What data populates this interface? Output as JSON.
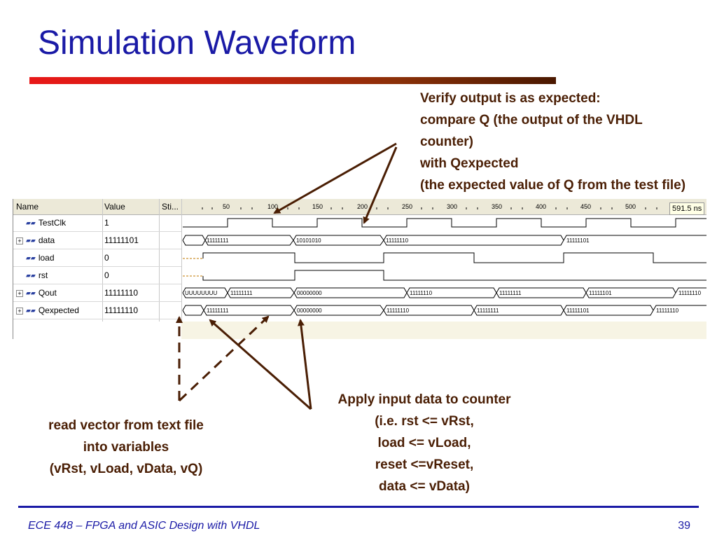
{
  "title": "Simulation Waveform",
  "annotations": {
    "top": [
      "Verify output is as expected:",
      "compare Q (the output of the VHDL",
      "counter)",
      "with Qexpected",
      "(the expected value of Q from the test file)"
    ],
    "apply": [
      "Apply input data to counter",
      "(i.e. rst <= vRst,",
      "load <= vLoad,",
      "reset <=vReset,",
      "data <= vData)"
    ],
    "read": [
      "read vector from text file",
      "into variables",
      "(vRst, vLoad, vData, vQ)"
    ]
  },
  "waveform": {
    "columns": {
      "name": "Name",
      "value": "Value",
      "stimulus": "Sti..."
    },
    "cursor_time": "591.5 ns",
    "time_ticks": [
      "50",
      "100",
      "150",
      "200",
      "250",
      "300",
      "350",
      "400",
      "450",
      "500"
    ],
    "signals": [
      {
        "name": "TestClk",
        "value": "1",
        "expandable": false
      },
      {
        "name": "data",
        "value": "11111101",
        "expandable": true
      },
      {
        "name": "load",
        "value": "0",
        "expandable": false
      },
      {
        "name": "rst",
        "value": "0",
        "expandable": false
      },
      {
        "name": "Qout",
        "value": "11111110",
        "expandable": true
      },
      {
        "name": "Qexpected",
        "value": "11111110",
        "expandable": true
      }
    ],
    "bus_labels": {
      "data": [
        "11111111",
        "10101010",
        "11111110",
        "11111101"
      ],
      "Qout": [
        "UUUUUUUU",
        "11111111",
        "00000000",
        "11111110",
        "11111111",
        "11111101",
        "11111110"
      ],
      "Qexpected": [
        "11111111",
        "00000000",
        "11111110",
        "11111111",
        "11111101",
        "11111110"
      ]
    }
  },
  "footer": {
    "course": "ECE 448 – FPGA and ASIC Design with VHDL",
    "page": "39"
  },
  "colors": {
    "title": "#1a1aa6",
    "annotation": "#4a1e04",
    "signal": "#2a40a0"
  }
}
